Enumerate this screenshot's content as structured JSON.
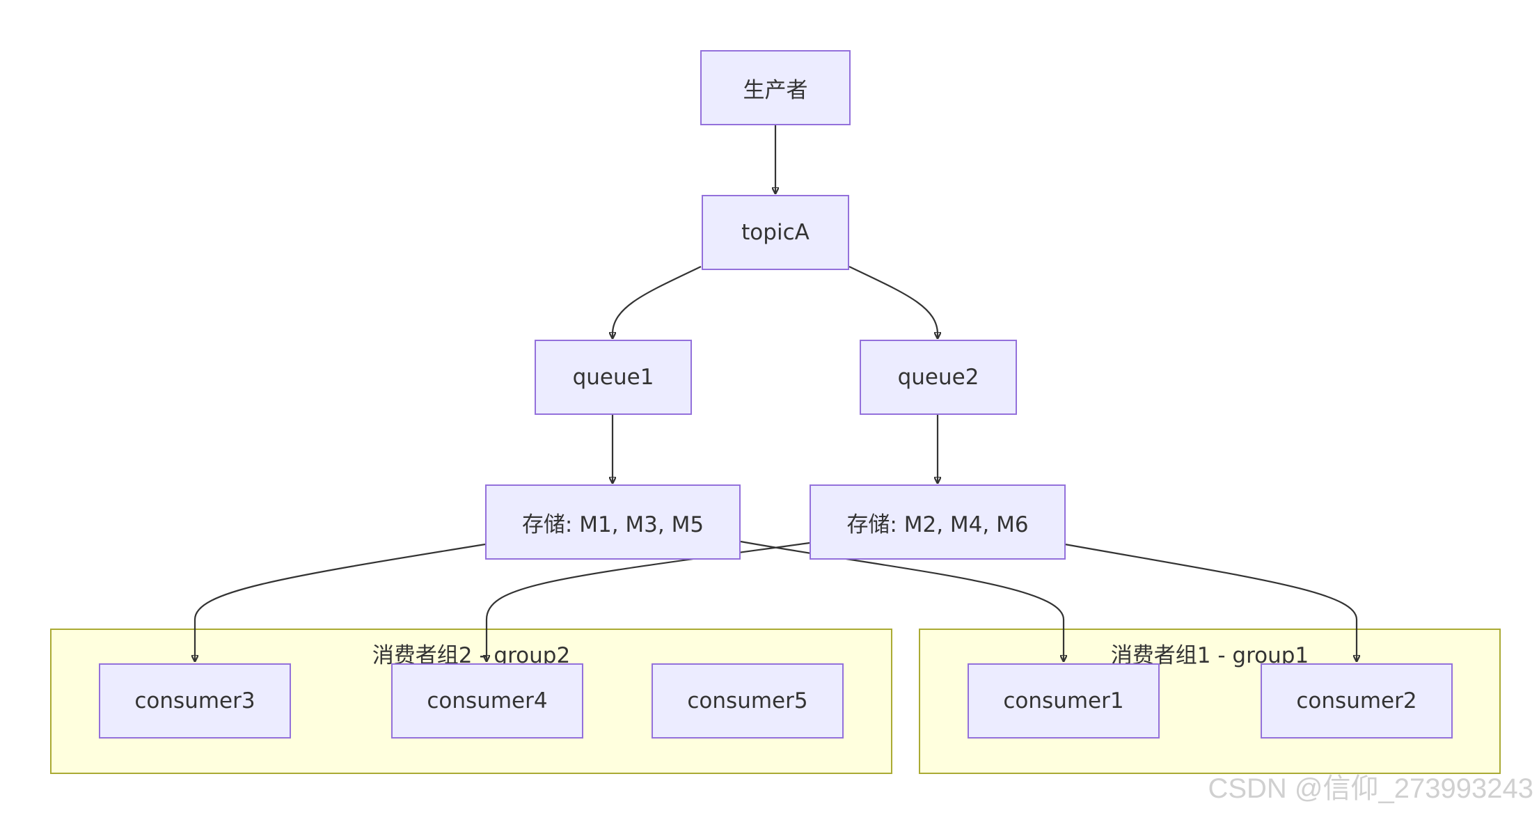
{
  "diagram": {
    "nodes": {
      "producer": "生产者",
      "topic": "topicA",
      "queue1": "queue1",
      "queue2": "queue2",
      "storage1": "存储: M1, M3, M5",
      "storage2": "存储: M2, M4, M6",
      "consumer1": "consumer1",
      "consumer2": "consumer2",
      "consumer3": "consumer3",
      "consumer4": "consumer4",
      "consumer5": "consumer5"
    },
    "groups": {
      "group2": "消费者组2 - group2",
      "group1": "消费者组1 - group1"
    },
    "edges": [
      {
        "from": "producer",
        "to": "topic"
      },
      {
        "from": "topic",
        "to": "queue1"
      },
      {
        "from": "topic",
        "to": "queue2"
      },
      {
        "from": "queue1",
        "to": "storage1"
      },
      {
        "from": "queue2",
        "to": "storage2"
      },
      {
        "from": "storage1",
        "to": "consumer3"
      },
      {
        "from": "storage1",
        "to": "consumer1"
      },
      {
        "from": "storage2",
        "to": "consumer4"
      },
      {
        "from": "storage2",
        "to": "consumer2"
      }
    ],
    "colors": {
      "node_fill": "#ececff",
      "node_border": "#9370db",
      "cluster_fill": "#ffffde",
      "cluster_border": "#aaaa33",
      "edge": "#333333"
    }
  },
  "watermark": "CSDN @信仰_273993243"
}
